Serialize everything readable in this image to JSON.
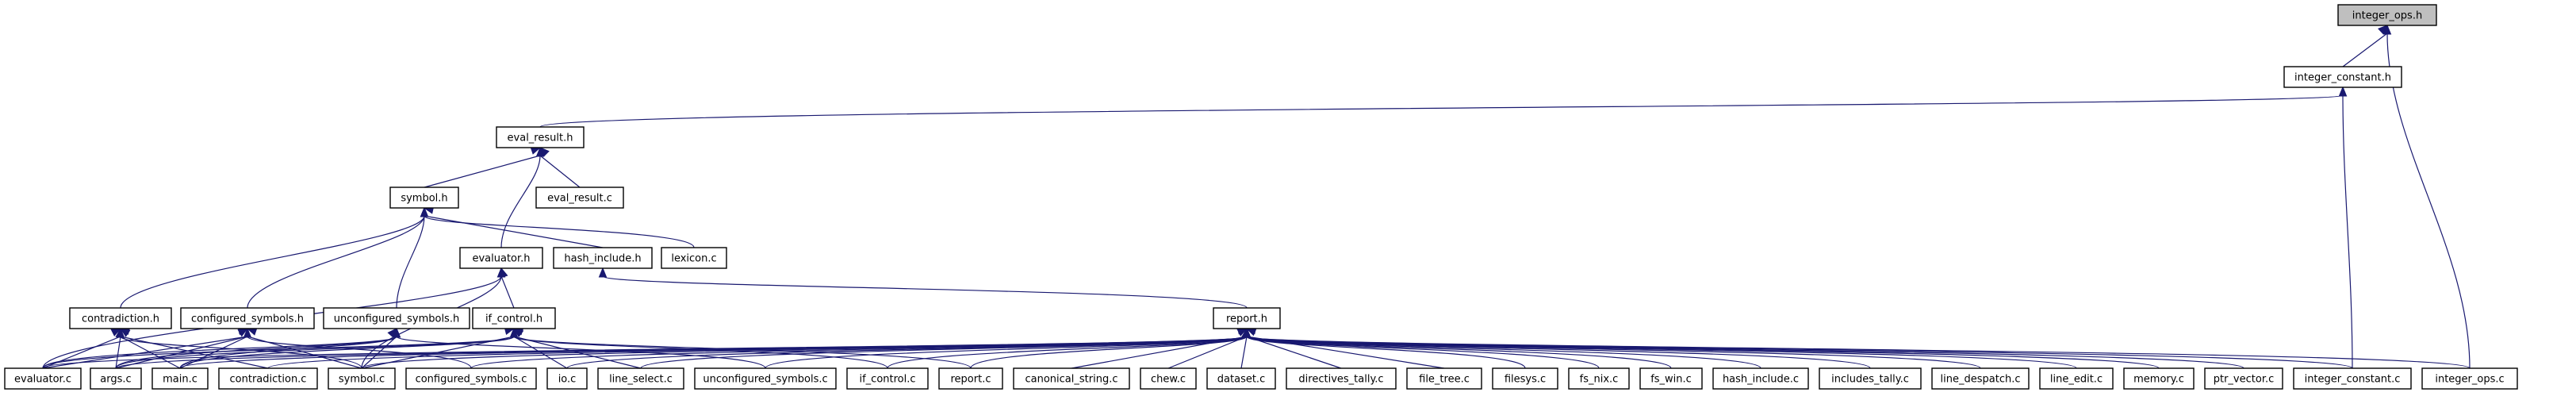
{
  "graph": {
    "current": "integer_ops.h",
    "nodes": [
      {
        "id": "integer_ops_h",
        "label": "integer_ops.h",
        "current": true
      },
      {
        "id": "integer_constant_h",
        "label": "integer_constant.h"
      },
      {
        "id": "eval_result_h",
        "label": "eval_result.h"
      },
      {
        "id": "symbol_h",
        "label": "symbol.h"
      },
      {
        "id": "eval_result_c",
        "label": "eval_result.c"
      },
      {
        "id": "evaluator_h",
        "label": "evaluator.h"
      },
      {
        "id": "hash_include_h",
        "label": "hash_include.h"
      },
      {
        "id": "lexicon_c",
        "label": "lexicon.c"
      },
      {
        "id": "contradiction_h",
        "label": "contradiction.h"
      },
      {
        "id": "configured_symbols_h",
        "label": "configured_symbols.h"
      },
      {
        "id": "unconfigured_symbols_h",
        "label": "unconfigured_symbols.h"
      },
      {
        "id": "if_control_h",
        "label": "if_control.h"
      },
      {
        "id": "report_h",
        "label": "report.h"
      },
      {
        "id": "evaluator_c",
        "label": "evaluator.c"
      },
      {
        "id": "args_c",
        "label": "args.c"
      },
      {
        "id": "main_c",
        "label": "main.c"
      },
      {
        "id": "contradiction_c",
        "label": "contradiction.c"
      },
      {
        "id": "symbol_c",
        "label": "symbol.c"
      },
      {
        "id": "configured_symbols_c",
        "label": "configured_symbols.c"
      },
      {
        "id": "io_c",
        "label": "io.c"
      },
      {
        "id": "line_select_c",
        "label": "line_select.c"
      },
      {
        "id": "unconfigured_symbols_c",
        "label": "unconfigured_symbols.c"
      },
      {
        "id": "if_control_c",
        "label": "if_control.c"
      },
      {
        "id": "report_c",
        "label": "report.c"
      },
      {
        "id": "canonical_string_c",
        "label": "canonical_string.c"
      },
      {
        "id": "chew_c",
        "label": "chew.c"
      },
      {
        "id": "dataset_c",
        "label": "dataset.c"
      },
      {
        "id": "directives_tally_c",
        "label": "directives_tally.c"
      },
      {
        "id": "file_tree_c",
        "label": "file_tree.c"
      },
      {
        "id": "filesys_c",
        "label": "filesys.c"
      },
      {
        "id": "fs_nix_c",
        "label": "fs_nix.c"
      },
      {
        "id": "fs_win_c",
        "label": "fs_win.c"
      },
      {
        "id": "hash_include_c",
        "label": "hash_include.c"
      },
      {
        "id": "includes_tally_c",
        "label": "includes_tally.c"
      },
      {
        "id": "line_despatch_c",
        "label": "line_despatch.c"
      },
      {
        "id": "line_edit_c",
        "label": "line_edit.c"
      },
      {
        "id": "memory_c",
        "label": "memory.c"
      },
      {
        "id": "ptr_vector_c",
        "label": "ptr_vector.c"
      },
      {
        "id": "integer_constant_c",
        "label": "integer_constant.c"
      },
      {
        "id": "integer_ops_c",
        "label": "integer_ops.c"
      }
    ],
    "edges": [
      [
        "integer_constant_h",
        "integer_ops_h"
      ],
      [
        "integer_ops_c",
        "integer_ops_h"
      ],
      [
        "eval_result_h",
        "integer_constant_h"
      ],
      [
        "integer_constant_c",
        "integer_constant_h"
      ],
      [
        "symbol_h",
        "eval_result_h"
      ],
      [
        "eval_result_c",
        "eval_result_h"
      ],
      [
        "evaluator_h",
        "eval_result_h"
      ],
      [
        "contradiction_h",
        "symbol_h"
      ],
      [
        "configured_symbols_h",
        "symbol_h"
      ],
      [
        "unconfigured_symbols_h",
        "symbol_h"
      ],
      [
        "hash_include_h",
        "symbol_h"
      ],
      [
        "lexicon_c",
        "symbol_h"
      ],
      [
        "evaluator_c",
        "evaluator_h"
      ],
      [
        "if_control_h",
        "evaluator_h"
      ],
      [
        "symbol_c",
        "evaluator_h"
      ],
      [
        "report_h",
        "hash_include_h"
      ],
      [
        "evaluator_c",
        "contradiction_h"
      ],
      [
        "args_c",
        "contradiction_h"
      ],
      [
        "main_c",
        "contradiction_h"
      ],
      [
        "contradiction_c",
        "contradiction_h"
      ],
      [
        "symbol_c",
        "contradiction_h"
      ],
      [
        "evaluator_c",
        "configured_symbols_h"
      ],
      [
        "args_c",
        "configured_symbols_h"
      ],
      [
        "main_c",
        "configured_symbols_h"
      ],
      [
        "symbol_c",
        "configured_symbols_h"
      ],
      [
        "configured_symbols_c",
        "configured_symbols_h"
      ],
      [
        "evaluator_c",
        "unconfigured_symbols_h"
      ],
      [
        "args_c",
        "unconfigured_symbols_h"
      ],
      [
        "main_c",
        "unconfigured_symbols_h"
      ],
      [
        "symbol_c",
        "unconfigured_symbols_h"
      ],
      [
        "unconfigured_symbols_c",
        "unconfigured_symbols_h"
      ],
      [
        "evaluator_c",
        "if_control_h"
      ],
      [
        "args_c",
        "if_control_h"
      ],
      [
        "main_c",
        "if_control_h"
      ],
      [
        "symbol_c",
        "if_control_h"
      ],
      [
        "io_c",
        "if_control_h"
      ],
      [
        "line_select_c",
        "if_control_h"
      ],
      [
        "if_control_c",
        "if_control_h"
      ],
      [
        "report_c",
        "if_control_h"
      ],
      [
        "evaluator_c",
        "report_h"
      ],
      [
        "args_c",
        "report_h"
      ],
      [
        "main_c",
        "report_h"
      ],
      [
        "contradiction_c",
        "report_h"
      ],
      [
        "symbol_c",
        "report_h"
      ],
      [
        "configured_symbols_c",
        "report_h"
      ],
      [
        "io_c",
        "report_h"
      ],
      [
        "line_select_c",
        "report_h"
      ],
      [
        "unconfigured_symbols_c",
        "report_h"
      ],
      [
        "if_control_c",
        "report_h"
      ],
      [
        "report_c",
        "report_h"
      ],
      [
        "canonical_string_c",
        "report_h"
      ],
      [
        "chew_c",
        "report_h"
      ],
      [
        "dataset_c",
        "report_h"
      ],
      [
        "directives_tally_c",
        "report_h"
      ],
      [
        "file_tree_c",
        "report_h"
      ],
      [
        "filesys_c",
        "report_h"
      ],
      [
        "fs_nix_c",
        "report_h"
      ],
      [
        "fs_win_c",
        "report_h"
      ],
      [
        "hash_include_c",
        "report_h"
      ],
      [
        "includes_tally_c",
        "report_h"
      ],
      [
        "line_despatch_c",
        "report_h"
      ],
      [
        "line_edit_c",
        "report_h"
      ],
      [
        "memory_c",
        "report_h"
      ],
      [
        "ptr_vector_c",
        "report_h"
      ],
      [
        "integer_constant_c",
        "report_h"
      ],
      [
        "integer_ops_c",
        "report_h"
      ]
    ]
  }
}
